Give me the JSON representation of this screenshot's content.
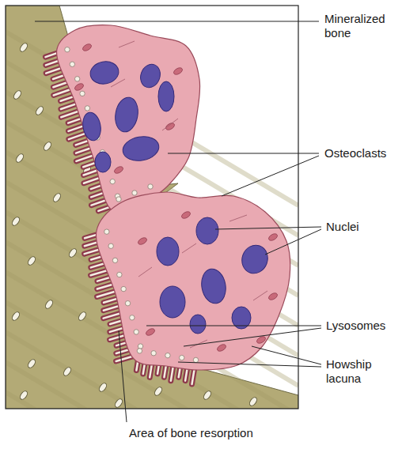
{
  "diagram": {
    "labels": [
      "Mineralized bone",
      "Osteoclasts",
      "Nuclei",
      "Lysosomes",
      "Howship lacuna",
      "Area of bone resorption"
    ]
  }
}
